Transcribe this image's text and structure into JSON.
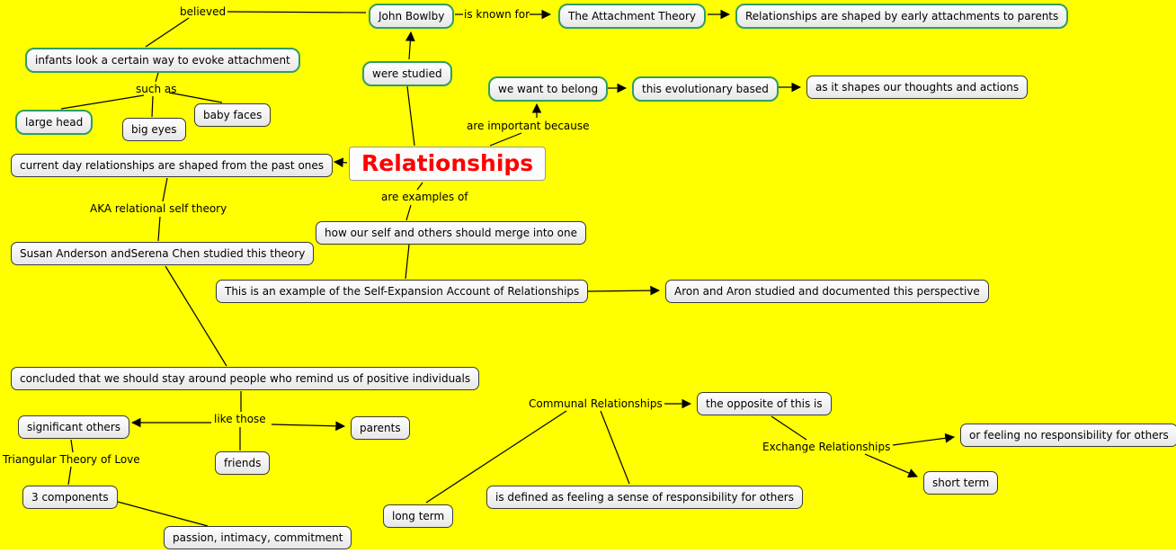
{
  "title": "Relationships concept map",
  "colors": {
    "background": "#ffff00",
    "green_node_border": "#2f9e63",
    "white_node_border": "#3a3a3a",
    "node_fill": "#ffffff",
    "main_node_text": "#ff0000",
    "text": "#000000",
    "line": "#000000"
  },
  "nodes": {
    "john_bowlby": "John Bowlby",
    "attachment_theory": "The Attachment Theory",
    "shaped_by_early": "Relationships are shaped by early attachments to parents",
    "infants_look": "infants look a certain way to evoke attachment",
    "were_studied": "were studied",
    "we_want_to_belong": "we want to belong",
    "evolutionary_based": "this evolutionary based",
    "shapes_thoughts": "as it shapes our thoughts and actions",
    "large_head": "large head",
    "big_eyes": "big eyes",
    "baby_faces": "baby faces",
    "current_day": "current day relationships are shaped from the past ones",
    "relationships": "Relationships",
    "merge_into_one": "how our self and others should merge into one",
    "susan_serena": "Susan Anderson andSerena Chen studied this theory",
    "self_expansion": "This is an example of the Self-Expansion Account of Relationships",
    "aron_aron": "Aron and Aron studied and documented this perspective",
    "concluded": "concluded that we should stay around people who remind us of positive individuals",
    "opposite": "the opposite of this is",
    "significant_others": "significant others",
    "parents": "parents",
    "no_responsibility": "or feeling no responsibility for others",
    "friends": "friends",
    "short_term": "short term",
    "three_components": "3 components",
    "responsibility_defined": "is defined as feeling a sense of responsibility for others",
    "long_term": "long term",
    "passion": "passion, intimacy, commitment"
  },
  "labels": {
    "believed": "believed",
    "is_known_for": "is known for",
    "such_as": "such as",
    "important_because": "are important because",
    "are_examples_of": "are examples of",
    "aka_relational": "AKA relational self theory",
    "like_those": "like those",
    "communal": "Communal Relationships",
    "exchange": "Exchange Relationships",
    "triangular": "Triangular Theory of Love"
  }
}
